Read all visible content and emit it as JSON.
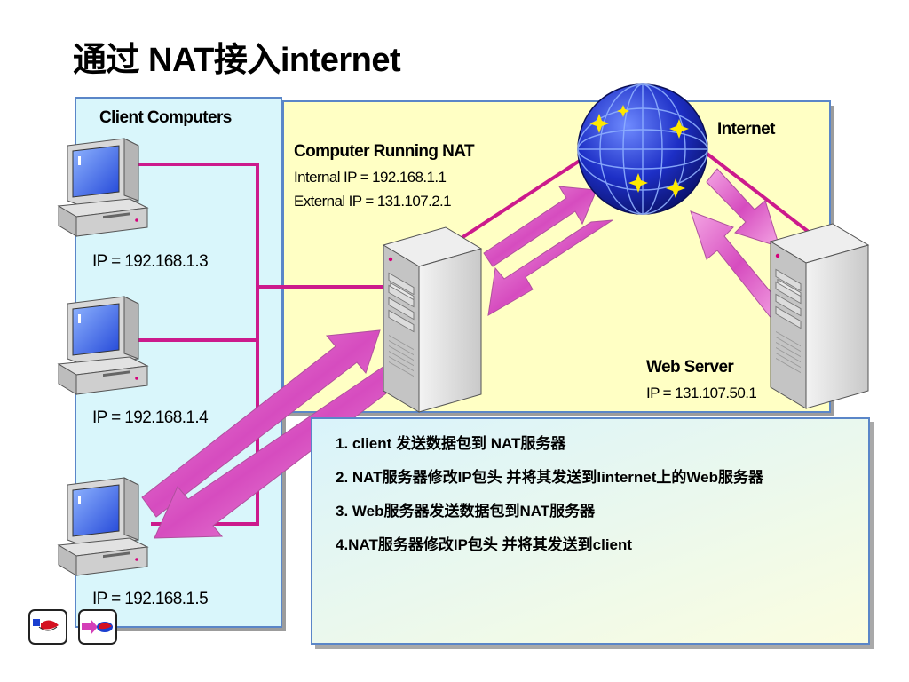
{
  "title": "通过 NAT接入internet",
  "client_panel": {
    "heading": "Client Computers",
    "clients": [
      {
        "ip": "IP = 192.168.1.3"
      },
      {
        "ip": "IP = 192.168.1.4"
      },
      {
        "ip": "IP = 192.168.1.5"
      }
    ]
  },
  "nat": {
    "heading": "Computer Running NAT",
    "internal_ip": "Internal IP = 192.168.1.1",
    "external_ip": "External IP = 131.107.2.1"
  },
  "internet": {
    "label": "Internet"
  },
  "web_server": {
    "heading": "Web Server",
    "ip": "IP = 131.107.50.1"
  },
  "steps": [
    "1.  client 发送数据包到 NAT服务器",
    "2.  NAT服务器修改IP包头 并将其发送到Iinternet上的Web服务器",
    "3.  Web服务器发送数据包到NAT服务器",
    "4.NAT服务器修改IP包头 并将其发送到client"
  ],
  "colors": {
    "line": "#cc1a8c",
    "arrow_fill": "#e066c8",
    "client_panel": "#d9f6fb",
    "nat_panel": "#ffffc4",
    "panel_border": "#5a86c8"
  },
  "icons": {
    "client": "desktop-computer-icon",
    "server": "server-tower-icon",
    "internet": "globe-icon",
    "nav_back": "back-nav-icon",
    "nav_forward": "forward-nav-icon"
  }
}
